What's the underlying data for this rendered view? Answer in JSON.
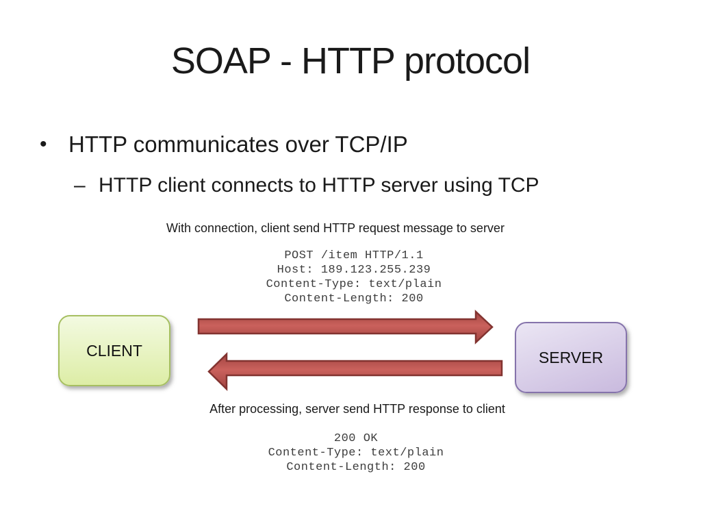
{
  "slide": {
    "title": "SOAP - HTTP protocol",
    "bullets": {
      "main_marker": "•",
      "main": "HTTP communicates over TCP/IP",
      "sub_marker": "–",
      "sub": "HTTP client connects to HTTP server using TCP"
    },
    "request": {
      "caption": "With connection, client send HTTP request message to server",
      "lines": [
        "POST /item HTTP/1.1",
        "Host: 189.123.255.239",
        "Content-Type: text/plain",
        "Content-Length: 200"
      ]
    },
    "response": {
      "caption": "After processing, server send HTTP response to client",
      "lines": [
        "200 OK",
        "Content-Type: text/plain",
        "Content-Length: 200"
      ]
    },
    "nodes": {
      "client_label": "CLIENT",
      "server_label": "SERVER"
    },
    "colors": {
      "text": "#1a1a1a",
      "mono_text": "#3d3d3d",
      "arrow_fill": "#c0504d",
      "arrow_fill_light": "#ca615c",
      "arrow_fill_dark": "#a14441",
      "arrow_border": "#823330",
      "client_fill_top": "#f3fae1",
      "client_fill_bottom": "#ddeda6",
      "client_border": "#a6bf61",
      "server_fill_top": "#ebe6f4",
      "server_fill_bottom": "#c9bade",
      "server_border": "#8573ab"
    }
  }
}
